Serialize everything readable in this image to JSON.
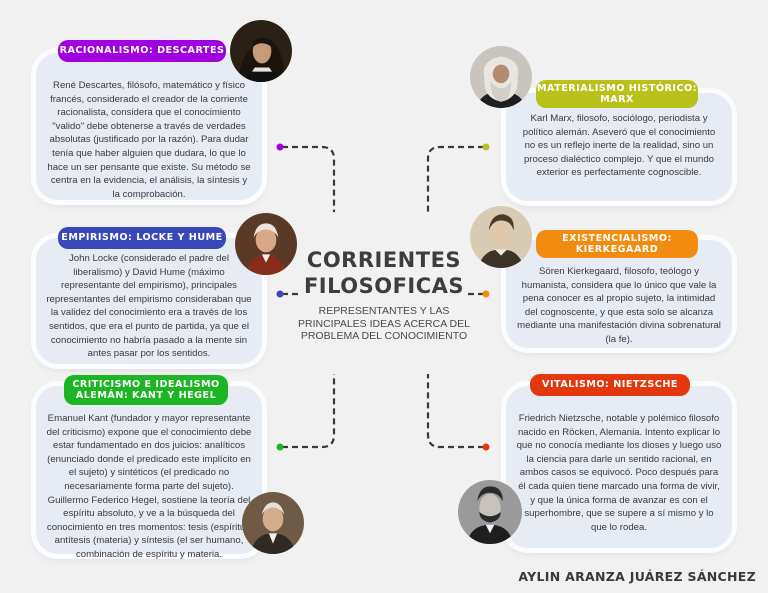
{
  "center": {
    "title_line1": "CORRIENTES",
    "title_line2": "FILOSOFICAS",
    "subtitle": "REPRESENTANTES Y LAS PRINCIPALES IDEAS ACERCA DEL PROBLEMA DEL CONOCIMIENTO"
  },
  "author": "AYLIN ARANZA JUÁREZ SÁNCHEZ",
  "colors": {
    "racionalismo": "#a000e0",
    "empirismo": "#3949b8",
    "criticismo": "#1cb523",
    "materialismo": "#b8c21a",
    "existencialismo": "#f28c10",
    "vitalismo": "#e3380e",
    "connector": "#3a3a3a",
    "card_bg": "#e6ebf4"
  },
  "nodes": {
    "racionalismo": {
      "label": "RACIONALISMO: DESCARTES",
      "text": "René Descartes, filósofo, matemático y físico francés, considerado el creador de la corriente racionalista, considera que el conocimiento \"valido\" debe obtenerse a través de verdades absolutas (justificado por la razón). Para dudar tenía que haber alguien que dudara, lo que lo hace un ser pensante que existe. Su método se centra en la evidencia, el análisis, la síntesis y la comprobación.",
      "portrait": "descartes-portrait"
    },
    "empirismo": {
      "label": "EMPIRISMO: LOCKE Y HUME",
      "text": "John Locke (considerado el padre del liberalismo) y David Hume (máximo representante del empirismo), principales representantes del empirismo consideraban que la validez del conocimiento era a través de los sentidos, que era el punto de partida, ya que el conocimiento no habría pasado a la mente sin antes pasar por los sentidos.",
      "portrait": "hume-portrait"
    },
    "criticismo": {
      "label_line1": "CRITICISMO E IDEALISMO",
      "label_line2": "ALEMÁN: KANT Y HEGEL",
      "text": "Emanuel Kant (fundador y mayor representante del criticismo) expone que el conocimiento debe estar fundamentado en dos juicios: analíticos (enunciado donde el predicado este implícito en el sujeto) y sintéticos (el predicado no necesariamente forma parte del sujeto). Guillermo Federico Hegel, sostiene la teoría del espíritu absoluto, y ve a la búsqueda del conocimiento en tres momentos: tesis (espíritu), antítesis (materia) y síntesis (el ser humano, combinación de espíritu y materia.",
      "portrait": "kant-portrait"
    },
    "materialismo": {
      "label_line1": "MATERIALISMO HISTÓRICO:",
      "label_line2": "MARX",
      "text": "Karl Marx, filosofo, sociólogo, periodista y político alemán. Aseveró que el conocimiento no es un reflejo inerte de la realidad, sino un proceso dialéctico complejo. Y que el mundo exterior es perfectamente cognoscible.",
      "portrait": "marx-portrait"
    },
    "existencialismo": {
      "label_line1": "EXISTENCIALISMO:",
      "label_line2": "KIERKEGAARD",
      "text": "Sören Kierkegaard, filosofo, teólogo y humanista, considera que lo único que vale la pena conocer es al propio sujeto, la intimidad del cognoscente, y que esta solo se alcanza mediante una manifestación divina sobrenatural (la fe).",
      "portrait": "kierkegaard-portrait"
    },
    "vitalismo": {
      "label": "VITALISMO: NIETZSCHE",
      "text": "Friedrich Nietzsche, notable y polémico filosofo nacido en Röcken, Alemania. Intento explicar lo que no conocía mediante los dioses y luego uso la ciencia para darle un sentido racional, en ambos casos se equivocó. Poco después para él cada quien tiene marcado una forma de vivir, y que la única forma de avanzar es con el superhombre, que se supere a sí mismo y lo que lo rodea.",
      "portrait": "nietzsche-portrait"
    }
  }
}
